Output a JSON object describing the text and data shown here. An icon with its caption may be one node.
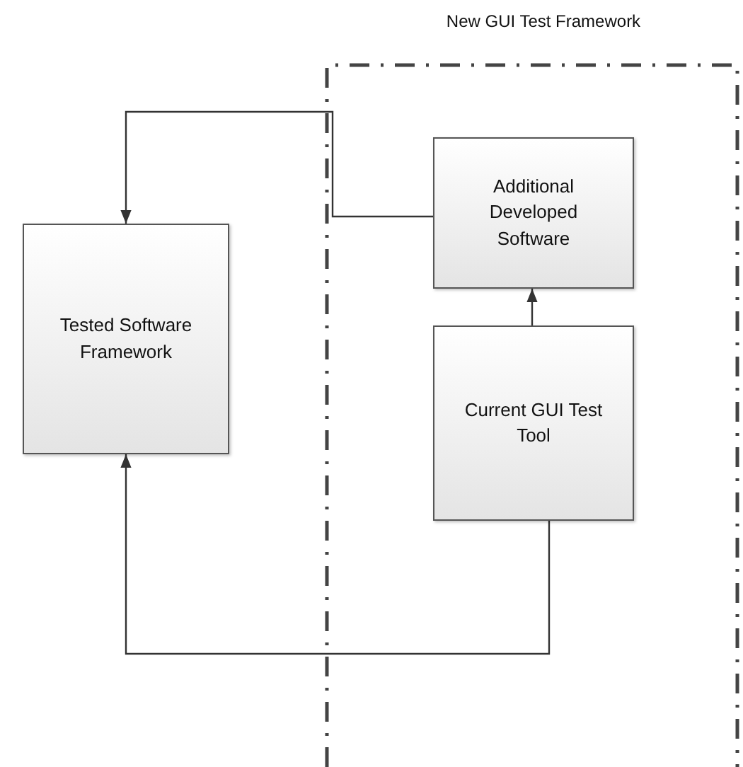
{
  "diagram": {
    "nodes": [
      {
        "text": [
          "New GUI Test Framework"
        ]
      },
      {
        "text": [
          "Additional Developed Software"
        ],
        "in": 0
      },
      {
        "text": [
          "Tested Software Framework"
        ]
      },
      {
        "text": [
          "Current GUI Test Tool"
        ],
        "in": 0
      }
    ],
    "edges": [
      {
        "from": 1,
        "to": 2,
        "arrow": "to"
      },
      {
        "from": 3,
        "to": 1,
        "arrow": "to"
      },
      {
        "from": 3,
        "to": 2,
        "arrow": "to"
      }
    ]
  }
}
